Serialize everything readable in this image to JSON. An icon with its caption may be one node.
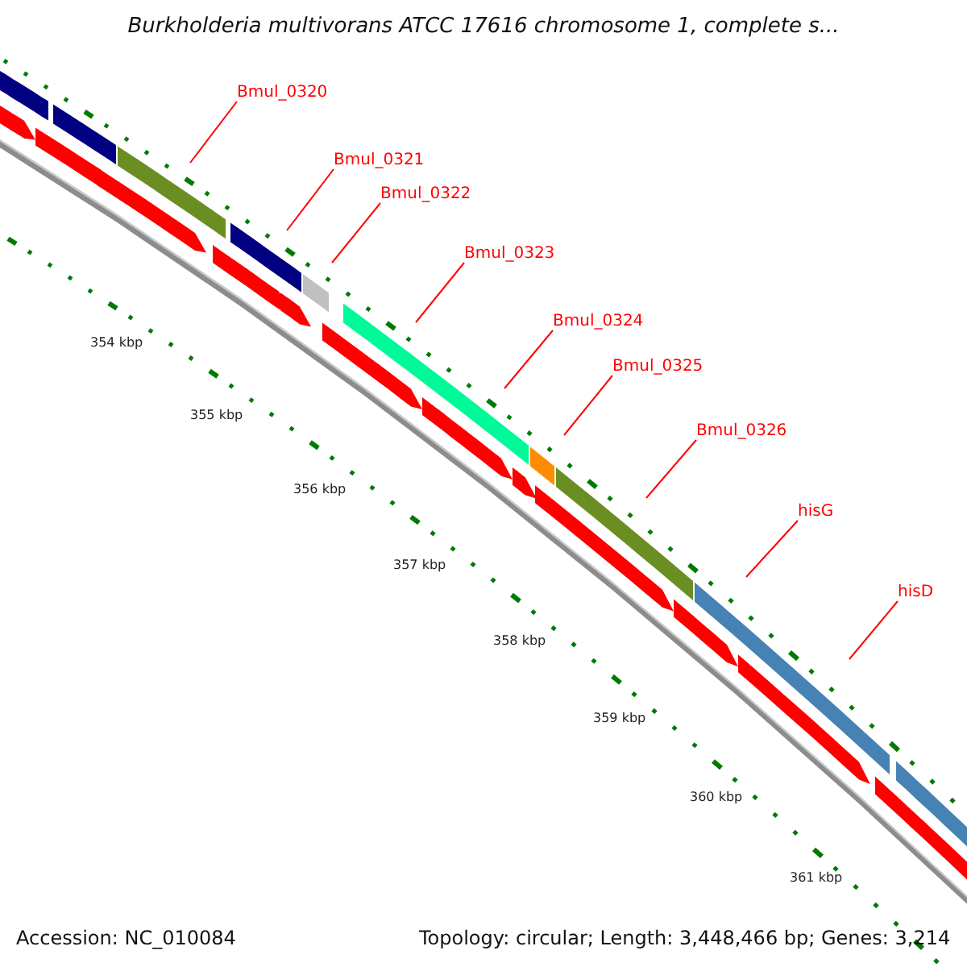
{
  "diagram": {
    "title": "Burkholderia multivorans ATCC 17616 chromosome 1, complete s...",
    "nodes": [
      {
        "text": [
          "Bmul_0320"
        ]
      },
      {
        "text": [
          "Bmul_0321"
        ]
      },
      {
        "text": [
          "Bmul_0322"
        ]
      },
      {
        "text": [
          "Bmul_0323"
        ]
      },
      {
        "text": [
          "Bmul_0324"
        ]
      },
      {
        "text": [
          "Bmul_0325"
        ]
      },
      {
        "text": [
          "Bmul_0326"
        ]
      },
      {
        "text": [
          "hisG"
        ]
      },
      {
        "text": [
          "hisD"
        ]
      }
    ],
    "edges": [
      {
        "from": 0,
        "to": null,
        "arrow": "none"
      },
      {
        "from": 1,
        "to": null,
        "arrow": "none"
      },
      {
        "from": 2,
        "to": null,
        "arrow": "none"
      },
      {
        "from": 3,
        "to": null,
        "arrow": "none"
      },
      {
        "from": 4,
        "to": null,
        "arrow": "none"
      },
      {
        "from": 5,
        "to": null,
        "arrow": "none"
      },
      {
        "from": 6,
        "to": null,
        "arrow": "none"
      },
      {
        "from": 7,
        "to": null,
        "arrow": "none"
      },
      {
        "from": 8,
        "to": null,
        "arrow": "none"
      }
    ],
    "labels": [
      "354 kbp",
      "355 kbp",
      "356 kbp",
      "357 kbp",
      "358 kbp",
      "359 kbp",
      "360 kbp",
      "361 kbp",
      "Accession: NC_010084",
      "Topology: circular; Length: 3,448,466 bp; Genes: 3,214"
    ]
  }
}
